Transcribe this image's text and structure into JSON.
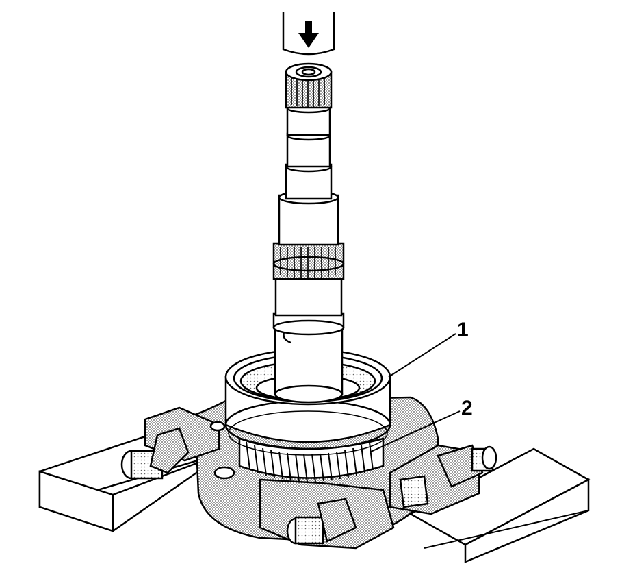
{
  "callouts": [
    {
      "id": "1",
      "label": "1"
    },
    {
      "id": "2",
      "label": "2"
    }
  ],
  "colors": {
    "ink": "#000000",
    "paper": "#ffffff",
    "stipple": "#9a9a9a"
  },
  "icons": {
    "press_direction": "arrow-down-icon"
  }
}
